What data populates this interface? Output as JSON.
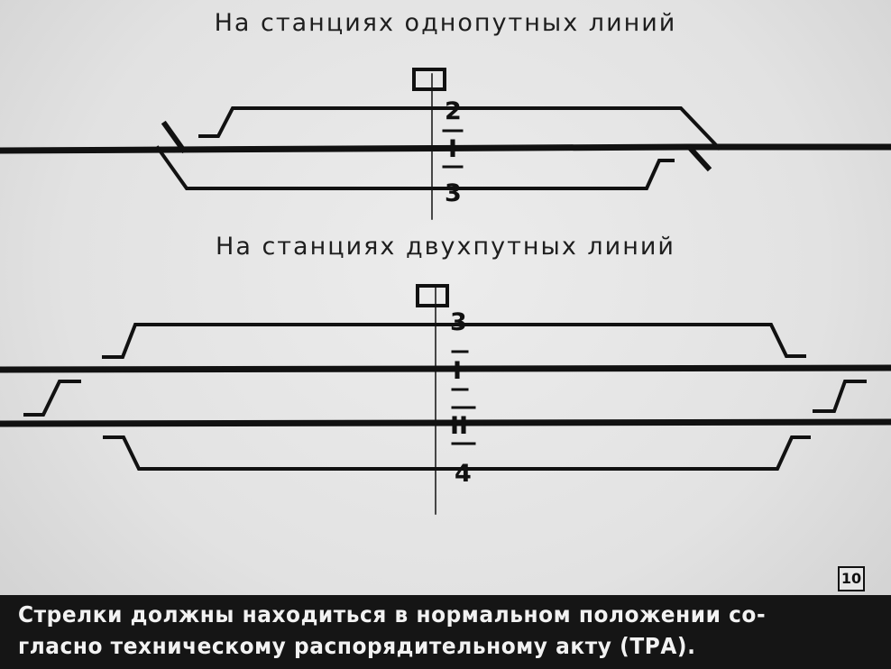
{
  "diagram": {
    "heading_single_track": "На станциях однопутных линий",
    "heading_double_track": "На станциях двухпутных линий",
    "single_track_labels": {
      "track_2": "2",
      "track_1": "I",
      "track_3": "3"
    },
    "double_track_labels": {
      "track_3": "3",
      "track_1": "I",
      "track_2": "II",
      "track_4": "4"
    }
  },
  "page_number": "10",
  "caption": {
    "line1": "Стрелки должны находиться в нормальном положении со-",
    "line2": "гласно техническому распорядительному акту (ТРА)."
  },
  "colors": {
    "background": "#e6e6e6",
    "ink": "#111111",
    "caption_band": "#151515",
    "caption_text": "#f2f2f2"
  }
}
